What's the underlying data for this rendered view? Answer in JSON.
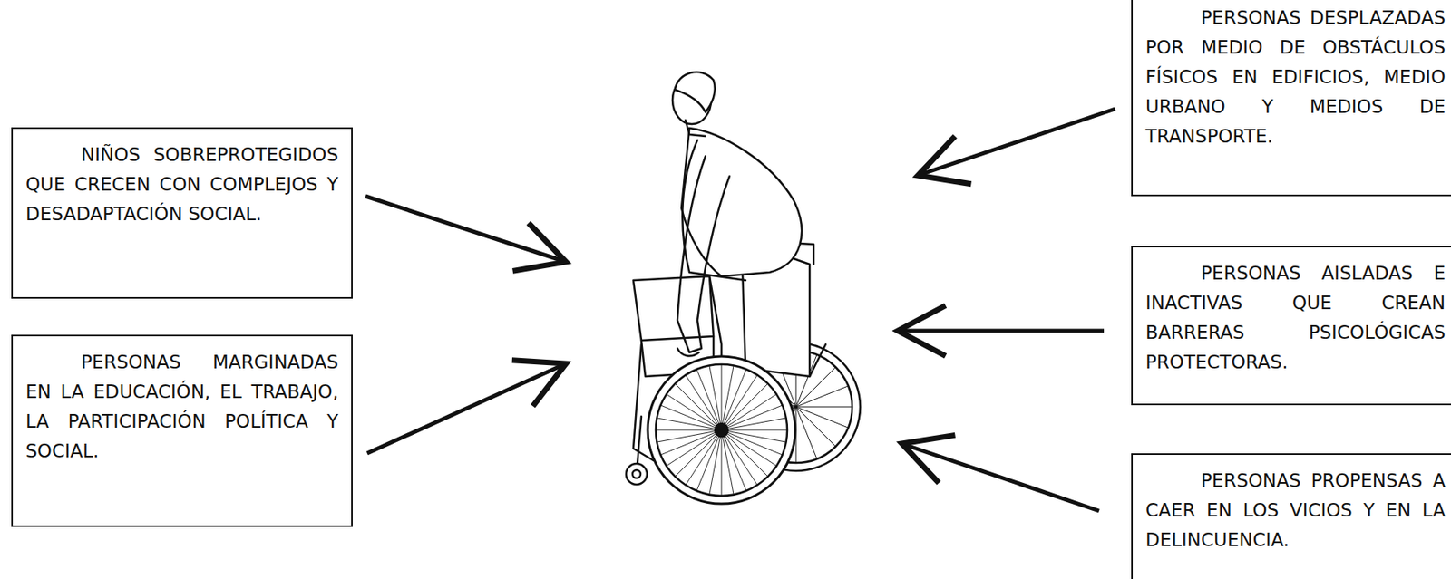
{
  "diagram": {
    "nodes": [
      {
        "text": [
          "NIÑOS SOBREPROTEGIDOS QUE CRECEN CON COMPLEJOS Y DESADAPTACIÓN SOCIAL."
        ]
      },
      {
        "text": [
          "PERSONAS MARGINADAS EN LA EDUCACIÓN, EL TRABAJO, LA PARTICIPACIÓN POLÍTICA Y SOCIAL."
        ]
      },
      {
        "text": [
          "PERSONAS DESPLAZADAS POR MEDIO DE OBSTÁCULOS FÍSICOS EN EDIFICIOS, MEDIO URBANO Y MEDIOS DE TRANSPORTE."
        ]
      },
      {
        "text": [
          "PERSONAS AISLADAS E INACTIVAS QUE CREAN BARRERAS PSICOLÓGICAS PROTECTORAS."
        ]
      },
      {
        "text": [
          "PERSONAS PROPENSAS A CAER EN LOS VICIOS Y EN LA DELINCUENCIA."
        ]
      }
    ]
  }
}
